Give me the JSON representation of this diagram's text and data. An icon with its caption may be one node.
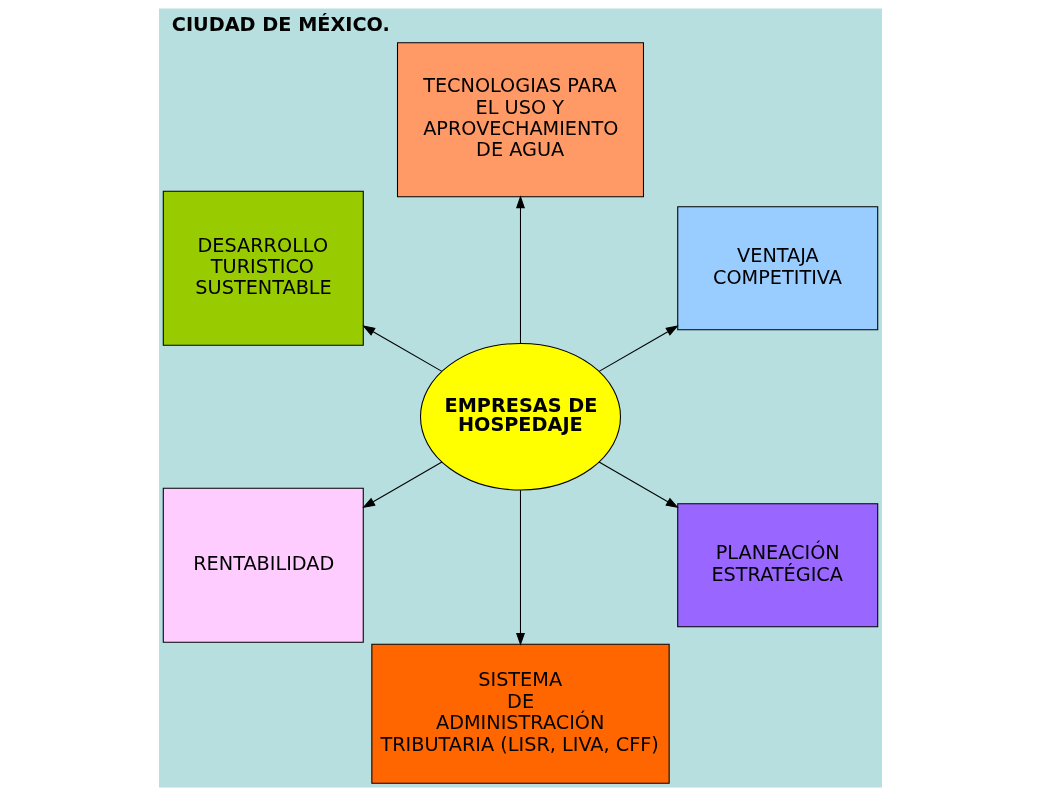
{
  "diagram": {
    "title": "CIUDAD DE MÉXICO.",
    "nodes": [
      {
        "text": [
          "EMPRESAS DE HOSPEDAJE"
        ]
      },
      {
        "text": [
          "VENTAJA COMPETITIVA"
        ]
      },
      {
        "text": [
          "TECNOLOGIAS PARA EL USO Y APROVECHAMIENTO DE AGUA"
        ]
      },
      {
        "text": [
          "DESARROLLO TURISTICO SUSTENTABLE"
        ]
      },
      {
        "text": [
          "RENTABILIDAD"
        ]
      },
      {
        "text": [
          "SISTEMA DE ADMINISTRACIÓN TRIBUTARIA (LISR, LIVA, CFF)"
        ]
      },
      {
        "text": [
          "PLANEACIÓN ESTRATÉGICA"
        ]
      }
    ],
    "edges": [
      {
        "from": 0,
        "to": 1,
        "arrow": "to"
      },
      {
        "from": 0,
        "to": 2,
        "arrow": "to"
      },
      {
        "from": 0,
        "to": 3,
        "arrow": "to"
      },
      {
        "from": 0,
        "to": 4,
        "arrow": "to"
      },
      {
        "from": 0,
        "to": 5,
        "arrow": "to"
      },
      {
        "from": 0,
        "to": 6,
        "arrow": "to"
      }
    ]
  }
}
